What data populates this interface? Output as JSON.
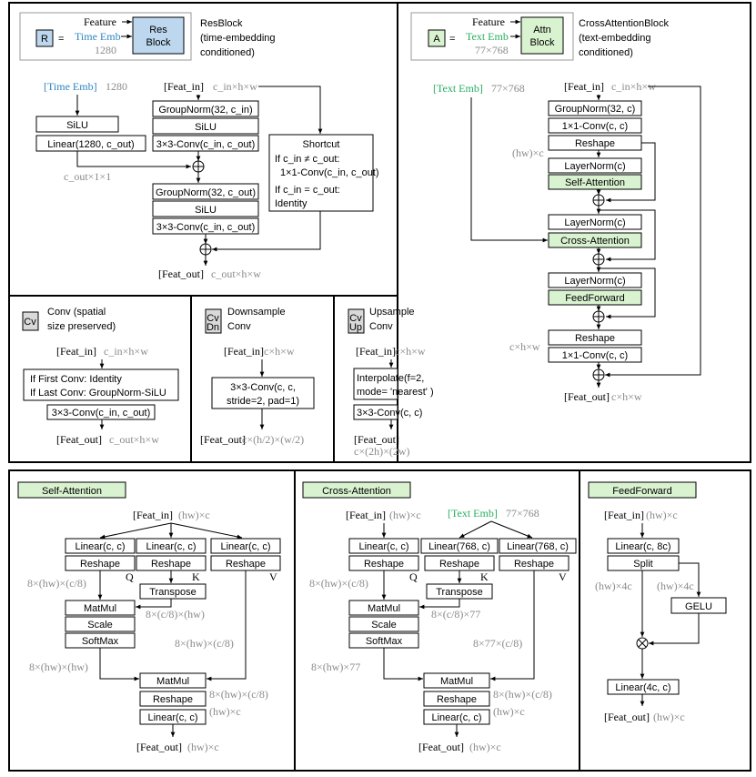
{
  "resblock": {
    "key": "R",
    "equals": "=",
    "legend_feature": "Feature",
    "legend_time": "Time Emb",
    "legend_time_dim": "1280",
    "legend_block_1": "Res",
    "legend_block_2": "Block",
    "title_1": "ResBlock",
    "title_2": "(time-embedding",
    "title_3": "conditioned)",
    "time_emb": "[Time Emb]",
    "time_dim": "1280",
    "silu": "SiLU",
    "linear": "Linear(1280, c_out)",
    "cout_shape": "c_out×1×1",
    "feat_in": "[Feat_in]",
    "feat_in_shape": "c_in×h×w",
    "gn1": "GroupNorm(32, c_in)",
    "silu1": "SiLU",
    "conv1": "3×3-Conv(c_in, c_out)",
    "gn2": "GroupNorm(32, c_out)",
    "silu2": "SiLU",
    "conv2": "3×3-Conv(c_in, c_out)",
    "shortcut_title": "Shortcut",
    "shortcut_l1": "If c_in ≠ c_out:",
    "shortcut_l2": "1×1-Conv(c_in, c_out)",
    "shortcut_l3": "If c_in = c_out:",
    "shortcut_l4": "Identity",
    "feat_out": "[Feat_out]",
    "feat_out_shape": "c_out×h×w"
  },
  "crossattn": {
    "key": "A",
    "equals": "=",
    "legend_feature": "Feature",
    "legend_text": "Text Emb",
    "legend_text_dim": "77×768",
    "legend_block_1": "Attn",
    "legend_block_2": "Block",
    "title_1": "CrossAttentionBlock",
    "title_2": "(text-embedding",
    "title_3": "conditioned)",
    "text_emb": "[Text Emb]",
    "text_dim": "77×768",
    "feat_in": "[Feat_in]",
    "feat_in_shape": "c_in×h×w",
    "gn": "GroupNorm(32, c)",
    "conv_in": "1×1-Conv(c, c)",
    "reshape1": "Reshape",
    "hwc": "(hw)×c",
    "ln1": "LayerNorm(c)",
    "self_attn": "Self-Attention",
    "ln2": "LayerNorm(c)",
    "cross_attn": "Cross-Attention",
    "ln3": "LayerNorm(c)",
    "ff": "FeedForward",
    "reshape2": "Reshape",
    "chw": "c×h×w",
    "conv_out": "1×1-Conv(c, c)",
    "feat_out": "[Feat_out]",
    "feat_out_shape": "c×h×w"
  },
  "conv": {
    "key": "Cv",
    "title_1": "Conv (spatial",
    "title_2": "size preserved)",
    "feat_in": "[Feat_in]",
    "feat_in_shape": "c_in×h×w",
    "if_first": "If First Conv: Identity",
    "if_last": "If Last Conv: GroupNorm-SiLU",
    "conv": "3×3-Conv(c_in, c_out)",
    "feat_out": "[Feat_out]",
    "feat_out_shape": "c_out×h×w"
  },
  "down": {
    "key": "Cv",
    "sub": "Dn",
    "title_1": "Downsample",
    "title_2": "Conv",
    "feat_in": "[Feat_in]",
    "feat_in_shape": "c×h×w",
    "conv_1": "3×3-Conv(c, c,",
    "conv_2": "stride=2, pad=1)",
    "feat_out": "[Feat_out]",
    "feat_out_shape": "c×(h/2)×(w/2)"
  },
  "up": {
    "key": "Cv",
    "sub": "Up",
    "title_1": "Upsample",
    "title_2": "Conv",
    "feat_in": "[Feat_in]",
    "feat_in_shape": "c×h×w",
    "interp_1": "Interpolate(f=2,",
    "interp_2": "mode= 'nearest' )",
    "conv": "3×3-Conv(c, c)",
    "feat_out": "[Feat_out]",
    "feat_out_shape": "c×(2h)×(2w)"
  },
  "selfattn": {
    "title": "Self-Attention",
    "feat_in": "[Feat_in]",
    "feat_in_shape": "(hw)×c",
    "linear_q": "Linear(c, c)",
    "linear_k": "Linear(c, c)",
    "linear_v": "Linear(c, c)",
    "reshape_q": "Reshape",
    "reshape_k": "Reshape",
    "reshape_v": "Reshape",
    "q": "Q",
    "k": "K",
    "v": "V",
    "q_shape": "8×(hw)×(c/8)",
    "transpose": "Transpose",
    "k_shape": "8×(c/8)×(hw)",
    "matmul1": "MatMul",
    "scale": "Scale",
    "softmax": "SoftMax",
    "v_shape": "8×(hw)×(c/8)",
    "attn_shape": "8×(hw)×(hw)",
    "matmul2": "MatMul",
    "out_shape": "8×(hw)×(c/8)",
    "reshape_out": "Reshape",
    "hwc": "(hw)×c",
    "linear_out": "Linear(c, c)",
    "feat_out": "[Feat_out]",
    "feat_out_shape": "(hw)×c"
  },
  "xattn": {
    "title": "Cross-Attention",
    "feat_in": "[Feat_in]",
    "feat_in_shape": "(hw)×c",
    "text_emb": "[Text Emb]",
    "text_dim": "77×768",
    "linear_q": "Linear(c, c)",
    "linear_k": "Linear(768, c)",
    "linear_v": "Linear(768, c)",
    "reshape_q": "Reshape",
    "reshape_k": "Reshape",
    "reshape_v": "Reshape",
    "q": "Q",
    "k": "K",
    "v": "V",
    "q_shape": "8×(hw)×(c/8)",
    "transpose": "Transpose",
    "k_shape": "8×(c/8)×77",
    "matmul1": "MatMul",
    "scale": "Scale",
    "softmax": "SoftMax",
    "v_shape": "8×77×(c/8)",
    "attn_shape": "8×(hw)×77",
    "matmul2": "MatMul",
    "out_shape": "8×(hw)×(c/8)",
    "reshape_out": "Reshape",
    "hwc": "(hw)×c",
    "linear_out": "Linear(c, c)",
    "feat_out": "[Feat_out]",
    "feat_out_shape": "(hw)×c"
  },
  "ff": {
    "title": "FeedForward",
    "feat_in": "[Feat_in]",
    "feat_in_shape": "(hw)×c",
    "linear1": "Linear(c, 8c)",
    "split": "Split",
    "hw4c_left": "(hw)×4c",
    "hw4c_right": "(hw)×4c",
    "gelu": "GELU",
    "linear2": "Linear(4c, c)",
    "feat_out": "[Feat_out]",
    "feat_out_shape": "(hw)×c"
  }
}
